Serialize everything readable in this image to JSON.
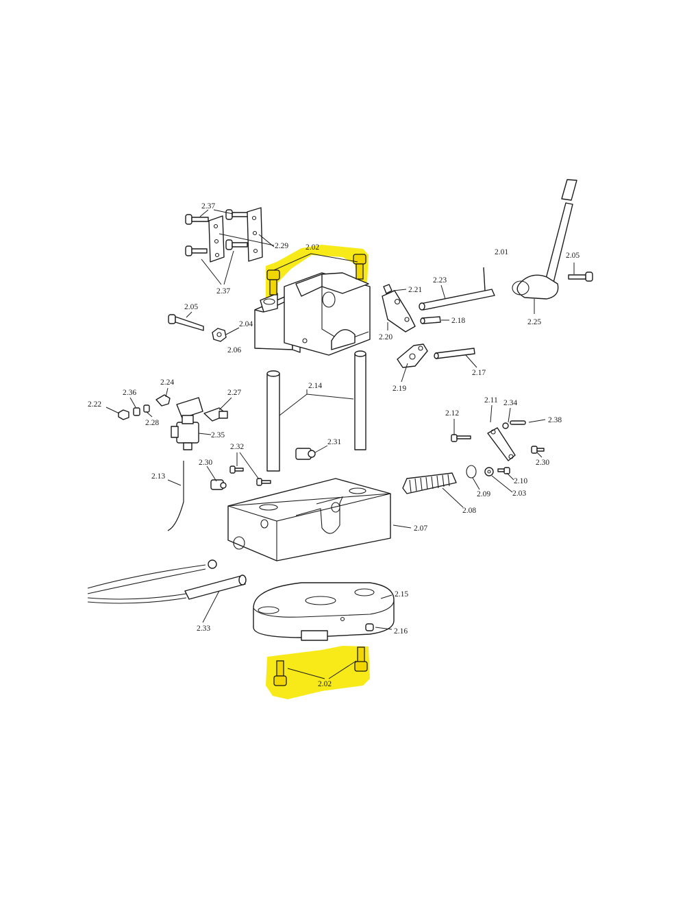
{
  "colors": {
    "highlight": "#f7ea18",
    "ink": "#1a1a1a",
    "background": "#ffffff"
  },
  "callouts": {
    "c237a": "2.37",
    "c229": "2.29",
    "c237b": "2.37",
    "c202a": "2.02",
    "c201": "2.01",
    "c205a": "2.05",
    "c221": "2.21",
    "c223": "2.23",
    "c205b": "2.05",
    "c218": "2.18",
    "c225": "2.25",
    "c220": "2.20",
    "c204": "2.04",
    "c206": "2.06",
    "c219": "2.19",
    "c217": "2.17",
    "c224": "2.24",
    "c236": "2.36",
    "c222": "2.22",
    "c228": "2.28",
    "c227": "2.27",
    "c214": "2.14",
    "c235": "2.35",
    "c211": "2.11",
    "c234": "2.34",
    "c212": "2.12",
    "c238": "2.38",
    "c231": "2.31",
    "c232": "2.32",
    "c213": "2.13",
    "c230a": "2.30",
    "c230b": "2.30",
    "c210": "2.10",
    "c209": "2.09",
    "c203": "2.03",
    "c208": "2.08",
    "c207": "2.07",
    "c215": "2.15",
    "c233": "2.33",
    "c216": "2.16",
    "c202b": "2.02"
  }
}
